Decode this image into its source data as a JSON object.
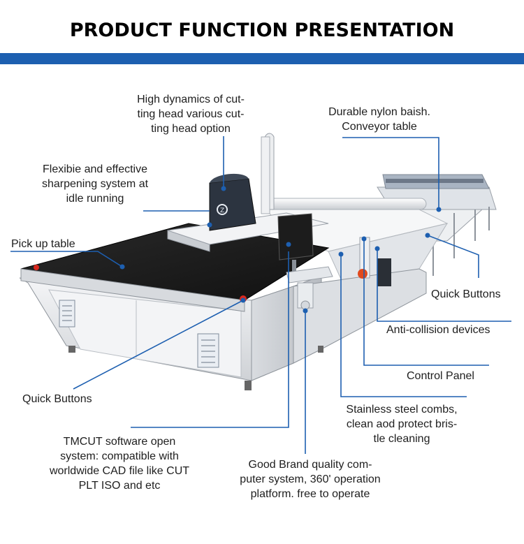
{
  "header": {
    "title": "PRODUCT FUNCTION PRESENTATION",
    "bar_color": "#1d5fb0"
  },
  "callouts": {
    "cutting_head": [
      "High dynamics of cut-",
      "ting head various cut-",
      "ting head option"
    ],
    "conveyor": [
      "Durable nylon baish.",
      "Conveyor table"
    ],
    "sharpening": [
      "Flexibie and effective",
      "sharpening system at",
      "idle running"
    ],
    "pickup": [
      "Pick up table"
    ],
    "quick_buttons_right": [
      "Quick Buttons"
    ],
    "anti_collision": [
      "Anti-collision devices"
    ],
    "control_panel": [
      "Control Panel"
    ],
    "quick_buttons_left": [
      "Quick Buttons"
    ],
    "combs": [
      "Stainless steel combs,",
      "clean aod protect bris-",
      "tle cleaning"
    ],
    "software": [
      "TMCUT software open",
      "system: compatible with",
      "worldwide CAD file like CUT",
      "PLT ISO and etc"
    ],
    "computer": [
      "Good Brand quality com-",
      "puter system, 360' operation",
      "platform. free to operate"
    ]
  },
  "colors": {
    "callout_line": "#1d5fb0",
    "belt": "#1b1b1b",
    "frame": "#e9eaec"
  }
}
